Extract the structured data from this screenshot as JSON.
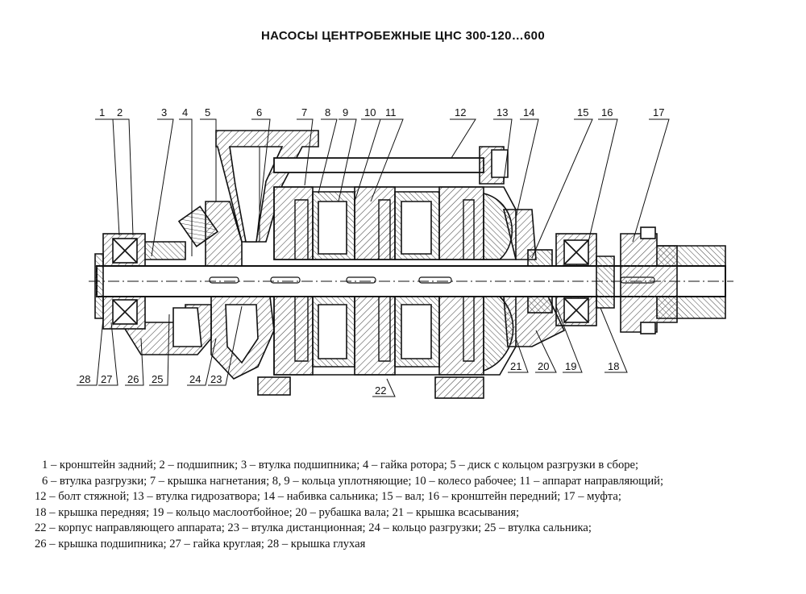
{
  "title": "НАСОСЫ ЦЕНТРОБЕЖНЫЕ ЦНС 300-120…600",
  "callouts_top": [
    "1",
    "2",
    "3",
    "4",
    "5",
    "6",
    "7",
    "8",
    "9",
    "10",
    "11",
    "12",
    "13",
    "14",
    "15",
    "16",
    "17"
  ],
  "callouts_bottom": [
    "28",
    "27",
    "26",
    "25",
    "24",
    "23",
    "22",
    "21",
    "20",
    "19",
    "18"
  ],
  "legend": [
    "1 – кронштейн задний;  2 – подшипник; 3 – втулка подшипника; 4 – гайка ротора; 5 – диск с кольцом разгрузки в сборе;",
    "6 – втулка разгрузки; 7 – крышка нагнетания; 8, 9 – кольца уплотняющие; 10 – колесо рабочее; 11 – аппарат направляющий;",
    "12 – болт стяжной; 13 – втулка гидрозатвора; 14 – набивка сальника; 15 – вал; 16 – кронштейн передний; 17 – муфта;",
    "18 – крышка передняя; 19 – кольцо маслоотбойное; 20 – рубашка вала; 21 – крышка всасывания;",
    "22 – корпус направляющего аппарата; 23 – втулка дистанционная; 24 – кольцо разгрузки; 25 – втулка сальника;",
    "26 – крышка подшипника; 27 – гайка круглая; 28 – крышка глухая"
  ],
  "colors": {
    "ink": "#111111",
    "hatch": "#444444",
    "paper": "#ffffff"
  }
}
